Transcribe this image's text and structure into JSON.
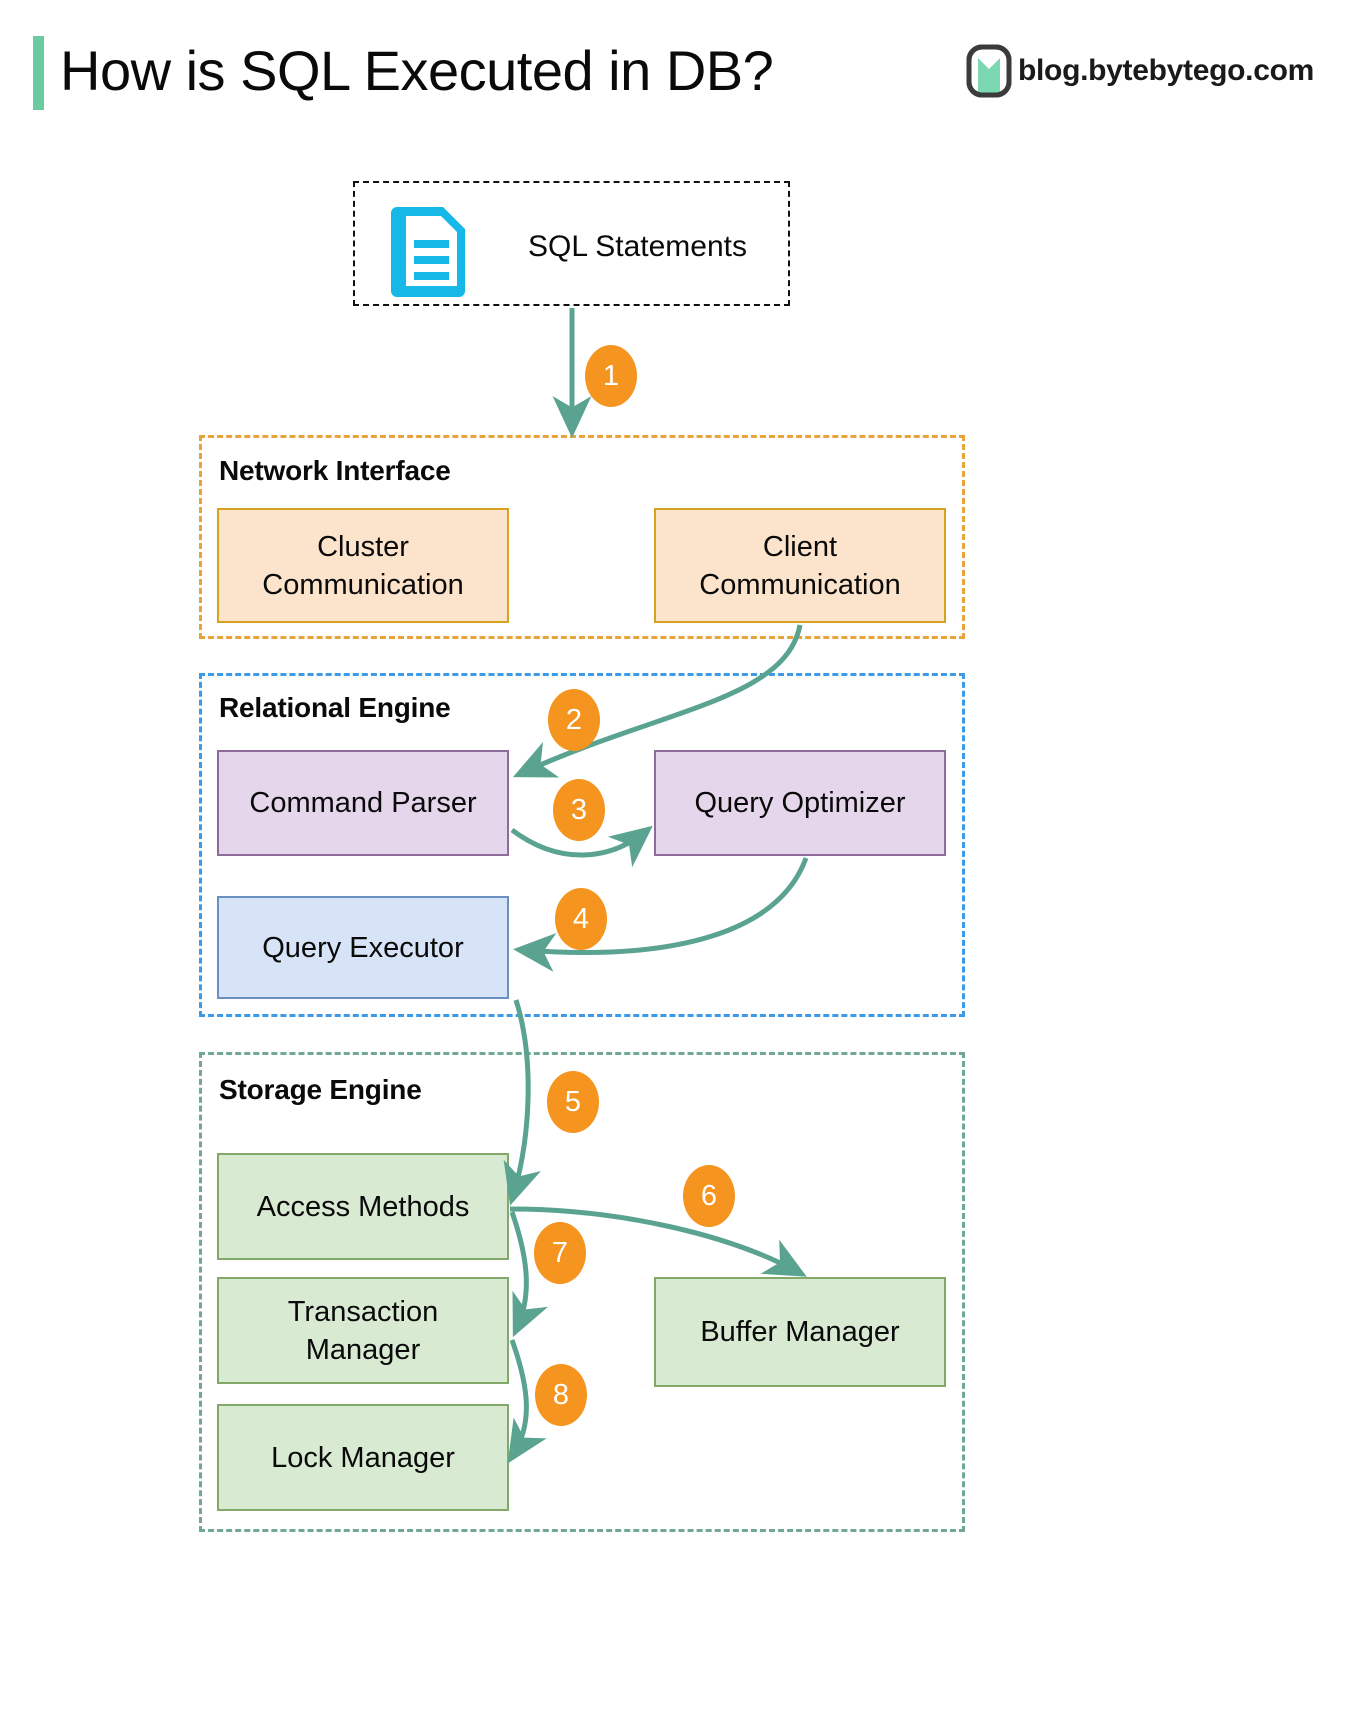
{
  "header": {
    "title": "How is SQL Executed in DB?",
    "brand_text": "blog.bytebytego.com",
    "accent_color": "#6BCBA0",
    "logo_icon": "bytebytego-logo-icon"
  },
  "source": {
    "label": "SQL Statements",
    "icon": "document-icon",
    "icon_color": "#16B8E8",
    "border_style": "dashed",
    "border_color": "#111111"
  },
  "groups": [
    {
      "id": "network-interface",
      "title": "Network Interface",
      "border_color": "#E8A33D",
      "nodes": [
        {
          "id": "cluster-communication",
          "label": "Cluster\nCommunication",
          "line1": "Cluster",
          "line2": "Communication",
          "fill": "#FCE4CC",
          "stroke": "#D6A320"
        },
        {
          "id": "client-communication",
          "label": "Client\nCommunication",
          "line1": "Client",
          "line2": "Communication",
          "fill": "#FCE4CC",
          "stroke": "#D6A320"
        }
      ]
    },
    {
      "id": "relational-engine",
      "title": "Relational Engine",
      "border_color": "#3D9AE8",
      "nodes": [
        {
          "id": "command-parser",
          "label": "Command Parser",
          "fill": "#E6D6EC",
          "stroke": "#8E6B9B"
        },
        {
          "id": "query-optimizer",
          "label": "Query Optimizer",
          "fill": "#E6D6EC",
          "stroke": "#8E6B9B"
        },
        {
          "id": "query-executor",
          "label": "Query Executor",
          "fill": "#D7E4F7",
          "stroke": "#6B8FBE"
        }
      ]
    },
    {
      "id": "storage-engine",
      "title": "Storage Engine",
      "border_color": "#6FA895",
      "nodes": [
        {
          "id": "access-methods",
          "label": "Access Methods",
          "fill": "#D9EAD3",
          "stroke": "#83A96A"
        },
        {
          "id": "transaction-manager",
          "label": "Transaction\nManager",
          "line1": "Transaction",
          "line2": "Manager",
          "fill": "#D9EAD3",
          "stroke": "#83A96A"
        },
        {
          "id": "lock-manager",
          "label": "Lock Manager",
          "fill": "#D9EAD3",
          "stroke": "#83A96A"
        },
        {
          "id": "buffer-manager",
          "label": "Buffer Manager",
          "fill": "#D9EAD3",
          "stroke": "#83A96A"
        }
      ]
    }
  ],
  "steps": [
    {
      "n": "1",
      "from": "SQL Statements",
      "to": "Network Interface"
    },
    {
      "n": "2",
      "from": "Client Communication",
      "to": "Command Parser"
    },
    {
      "n": "3",
      "from": "Command Parser",
      "to": "Query Optimizer"
    },
    {
      "n": "4",
      "from": "Query Optimizer",
      "to": "Query Executor"
    },
    {
      "n": "5",
      "from": "Query Executor",
      "to": "Access Methods"
    },
    {
      "n": "6",
      "from": "Access Methods",
      "to": "Buffer Manager"
    },
    {
      "n": "7",
      "from": "Access Methods",
      "to": "Transaction Manager"
    },
    {
      "n": "8",
      "from": "Transaction Manager",
      "to": "Lock Manager"
    }
  ],
  "colors": {
    "arrow": "#5BA391",
    "badge_fill": "#F5941E",
    "badge_text": "#FFFFFF",
    "background": "#FFFFFF"
  }
}
